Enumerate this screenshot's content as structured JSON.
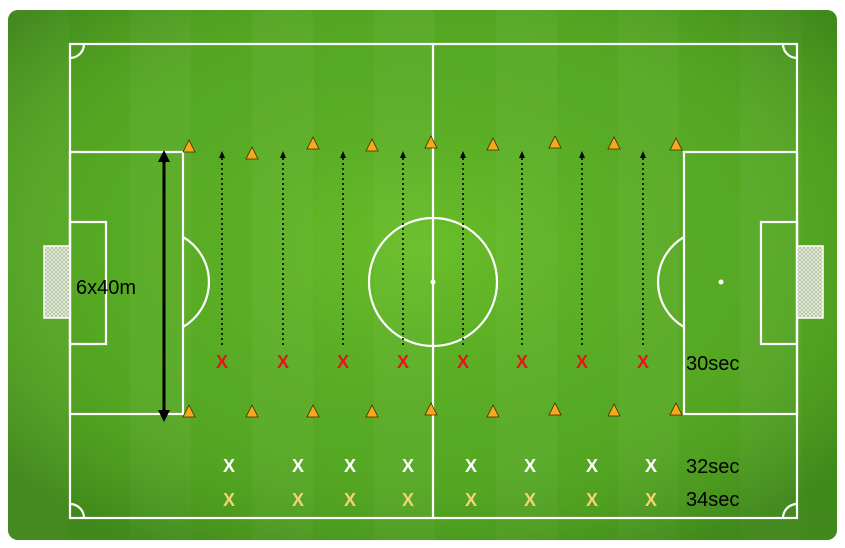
{
  "diagram": {
    "distance_label": "6x40m",
    "rows": [
      {
        "name": "red",
        "marker": "X",
        "color": "#e8141c",
        "time": "30sec"
      },
      {
        "name": "white",
        "marker": "X",
        "color": "#ffffff",
        "time": "32sec"
      },
      {
        "name": "yellow",
        "marker": "X",
        "color": "#f5d272",
        "time": "34sec"
      }
    ],
    "runner_count": 8,
    "cone_color": "#f7a81b",
    "grass_light": "#6bbf2a",
    "grass_dark": "#3f8d1e",
    "line_color": "#ffffff"
  }
}
